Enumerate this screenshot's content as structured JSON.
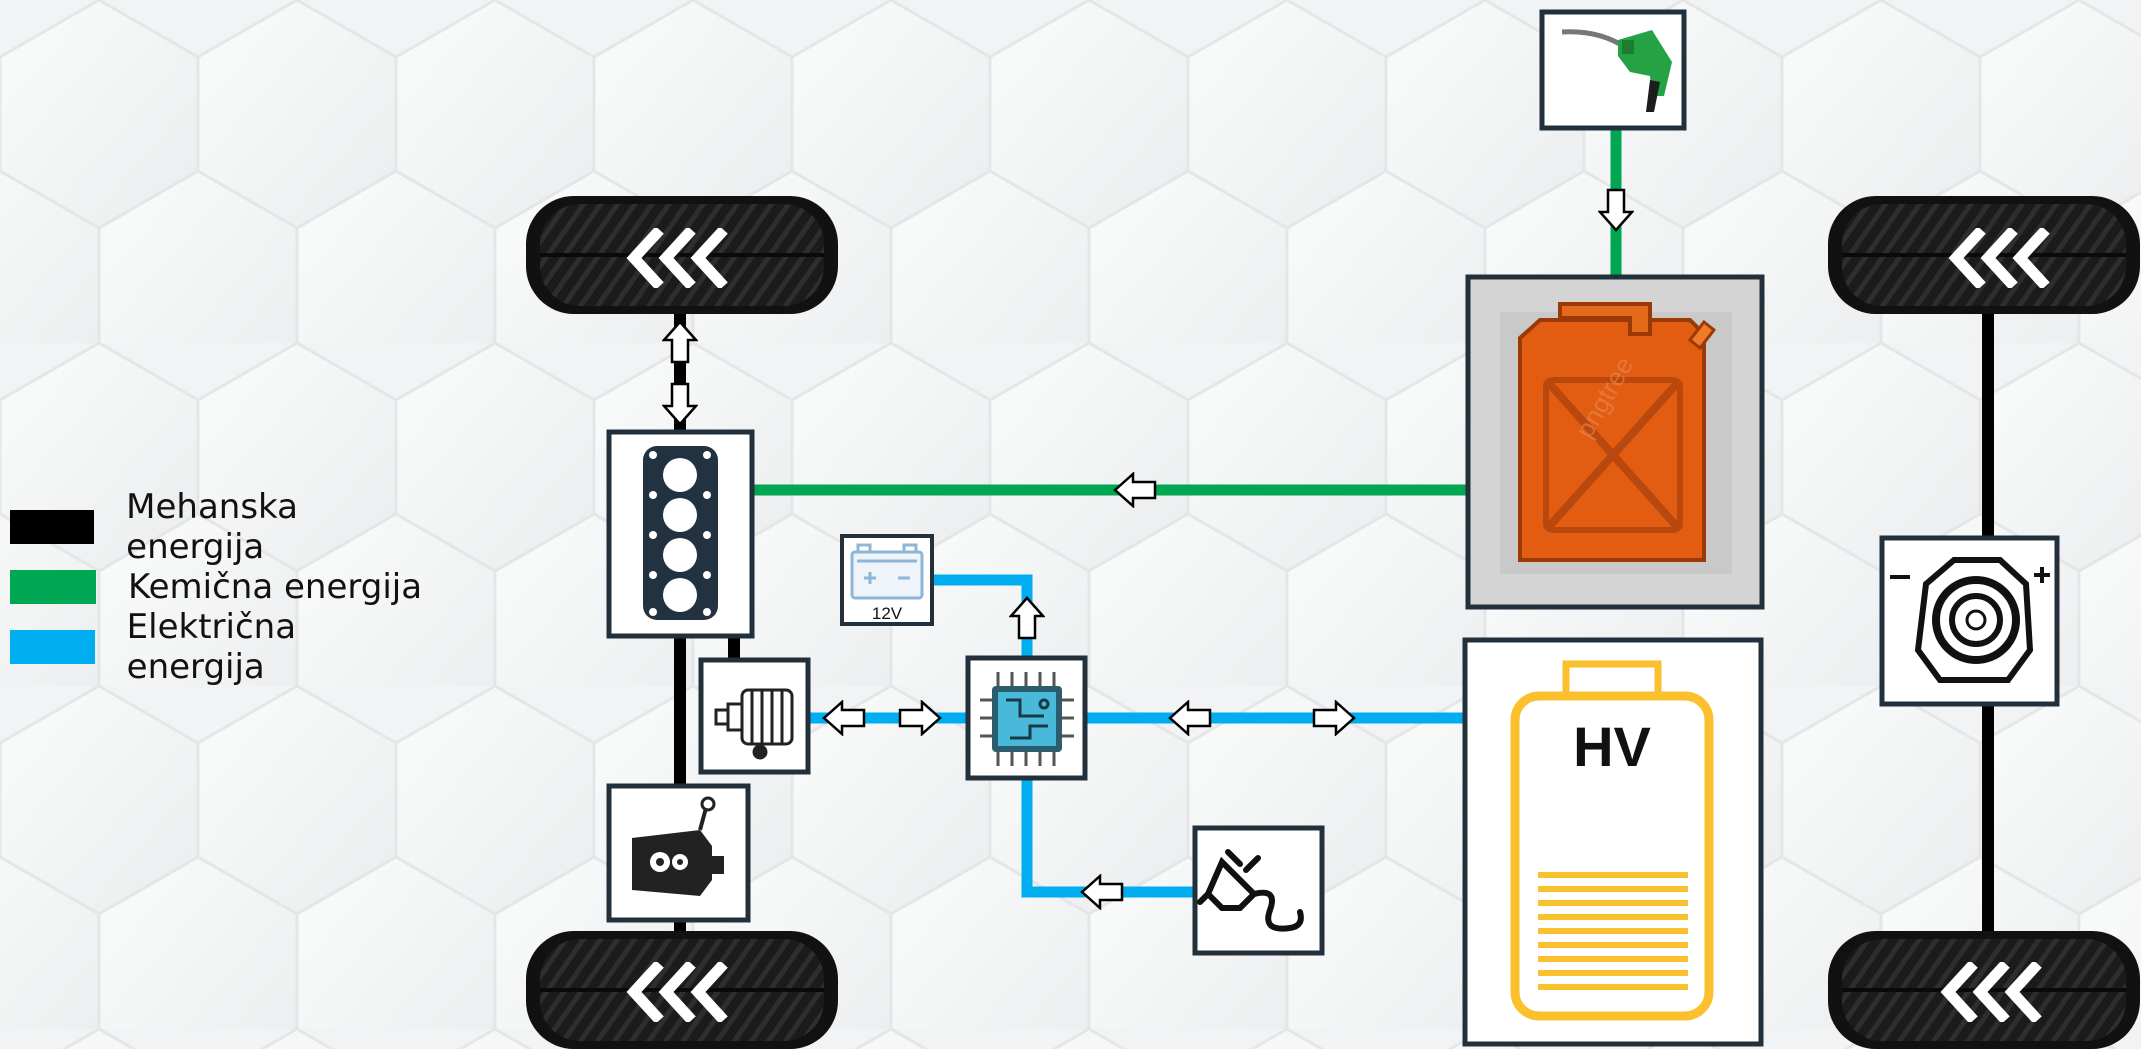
{
  "legend": [
    {
      "label": "Mehanska energija",
      "color": "#000000"
    },
    {
      "label": "Kemična energija",
      "color": "#00a651"
    },
    {
      "label": "Električna energija",
      "color": "#00aeef"
    }
  ],
  "colors": {
    "mechanical": "#000000",
    "chemical": "#00a651",
    "electrical": "#00aeef",
    "hv_battery": "#fbc02d",
    "fuel_can": "#e25c12"
  },
  "nodes": {
    "battery_12v_label": "12V",
    "hv_battery_label": "HV",
    "watermark": "pngtree"
  },
  "icons": [
    "fuel-nozzle-icon",
    "fuel-canister-icon",
    "engine-block-icon",
    "generator-icon",
    "inverter-chip-icon",
    "battery-12v-icon",
    "gearbox-icon",
    "charging-plug-icon",
    "hv-battery-icon",
    "electric-motor-icon",
    "wheel-icon",
    "chevron-arrows-icon"
  ]
}
